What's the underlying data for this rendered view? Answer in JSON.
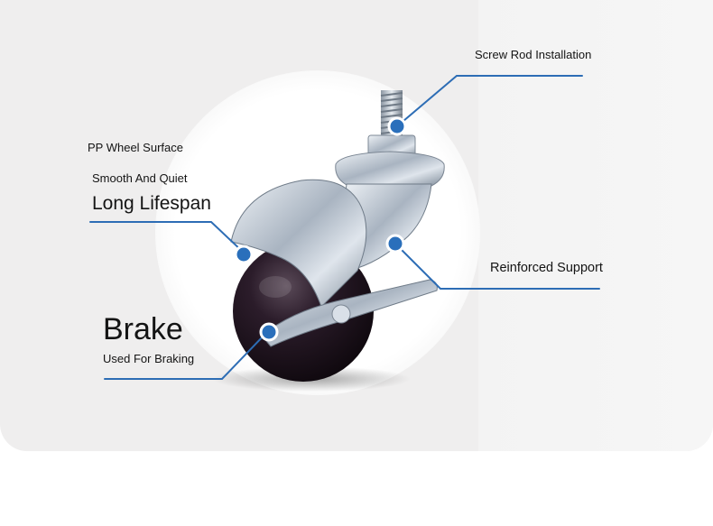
{
  "callouts": {
    "screw": {
      "label": "Screw Rod Installation"
    },
    "surface": {
      "label": "PP Wheel Surface"
    },
    "quiet": {
      "label": "Smooth And Quiet"
    },
    "lifespan": {
      "label": "Long Lifespan"
    },
    "support": {
      "label": "Reinforced Support"
    },
    "brake": {
      "title": "Brake",
      "subtitle": "Used For Braking"
    }
  },
  "colors": {
    "accent": "#2a6fbb",
    "line": "#2d6db5",
    "panel": "#efeeee",
    "wheel": "#1b0f1a",
    "metal": "#b9c4d0"
  }
}
